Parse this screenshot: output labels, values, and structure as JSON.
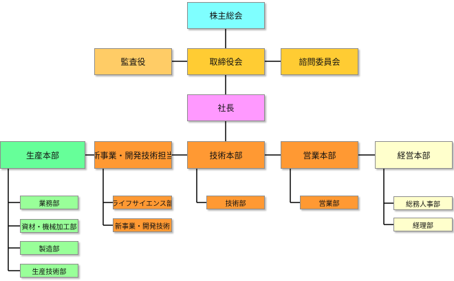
{
  "colors": {
    "cyan": "#7fffff",
    "amber": "#ffcc33",
    "peach": "#ffcc66",
    "pink": "#ff99ff",
    "green": "#66ff99",
    "lightgreen": "#99ff99",
    "orange": "#ff9933",
    "cream": "#ffffcc",
    "line": "#000000"
  },
  "org": {
    "shareholders": "株主総会",
    "board": "取締役会",
    "auditor": "監査役",
    "advisory": "諮問委員会",
    "president": "社長",
    "production": {
      "label": "生産本部",
      "children": [
        "業務部",
        "資材・機械加工部",
        "製造部",
        "生産技術部"
      ]
    },
    "newbiz": {
      "label": "新事業・開発技術担当",
      "children": [
        "ライフサイエンス部",
        "新事業・開発技術"
      ]
    },
    "tech": {
      "label": "技術本部",
      "children": [
        "技術部"
      ]
    },
    "sales": {
      "label": "営業本部",
      "children": [
        "営業部"
      ]
    },
    "admin": {
      "label": "経営本部",
      "children": [
        "総務人事部",
        "経理部"
      ]
    }
  }
}
